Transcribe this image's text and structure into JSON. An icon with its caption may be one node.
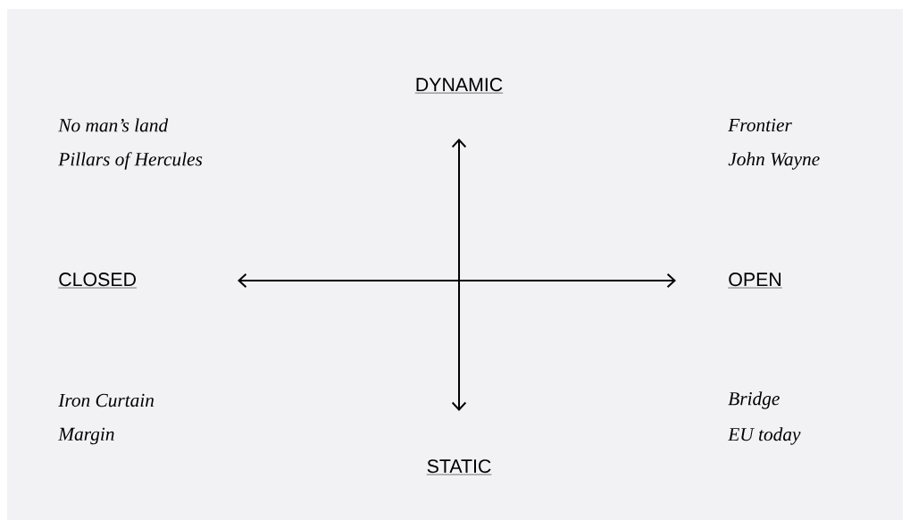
{
  "diagram": {
    "labels": [
      "DYNAMIC",
      "No man’s land",
      "Frontier",
      "Pillars of Hercules",
      "John Wayne",
      "CLOSED",
      "OPEN",
      "Iron Curtain",
      "Bridge",
      "Margin",
      "EU today",
      "STATIC"
    ]
  }
}
